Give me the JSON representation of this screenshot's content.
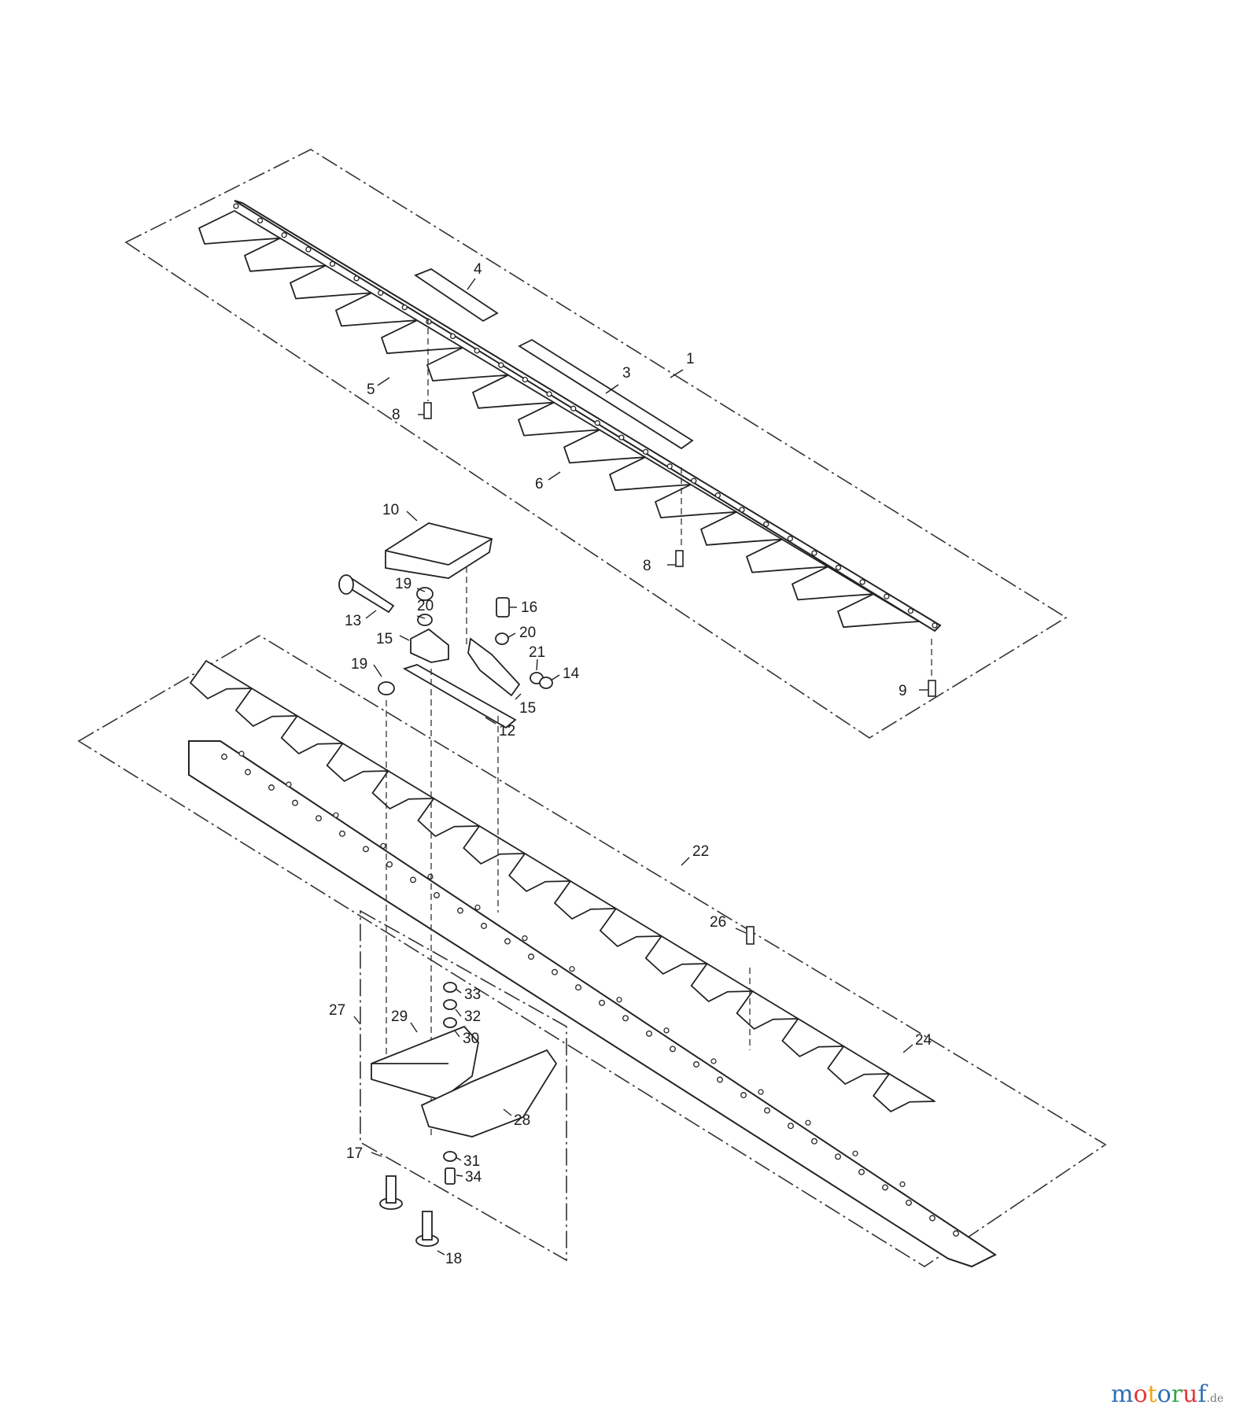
{
  "diagram": {
    "callouts": [
      {
        "id": "c1",
        "text": "1"
      },
      {
        "id": "c3",
        "text": "3"
      },
      {
        "id": "c4",
        "text": "4"
      },
      {
        "id": "c5",
        "text": "5"
      },
      {
        "id": "c6",
        "text": "6"
      },
      {
        "id": "c8a",
        "text": "8"
      },
      {
        "id": "c8b",
        "text": "8"
      },
      {
        "id": "c9",
        "text": "9"
      },
      {
        "id": "c10",
        "text": "10"
      },
      {
        "id": "c12",
        "text": "12"
      },
      {
        "id": "c13",
        "text": "13"
      },
      {
        "id": "c14",
        "text": "14"
      },
      {
        "id": "c15a",
        "text": "15"
      },
      {
        "id": "c15b",
        "text": "15"
      },
      {
        "id": "c16",
        "text": "16"
      },
      {
        "id": "c17",
        "text": "17"
      },
      {
        "id": "c18",
        "text": "18"
      },
      {
        "id": "c19a",
        "text": "19"
      },
      {
        "id": "c19b",
        "text": "19"
      },
      {
        "id": "c20a",
        "text": "20"
      },
      {
        "id": "c20b",
        "text": "20"
      },
      {
        "id": "c21",
        "text": "21"
      },
      {
        "id": "c22",
        "text": "22"
      },
      {
        "id": "c24",
        "text": "24"
      },
      {
        "id": "c26",
        "text": "26"
      },
      {
        "id": "c27",
        "text": "27"
      },
      {
        "id": "c28",
        "text": "28"
      },
      {
        "id": "c29",
        "text": "29"
      },
      {
        "id": "c30",
        "text": "30"
      },
      {
        "id": "c31",
        "text": "31"
      },
      {
        "id": "c32",
        "text": "32"
      },
      {
        "id": "c33",
        "text": "33"
      },
      {
        "id": "c34",
        "text": "34"
      }
    ]
  },
  "watermark": {
    "letters": [
      "m",
      "o",
      "t",
      "o",
      "r",
      "u",
      "f"
    ],
    "colors": [
      "#2f6fb5",
      "#e2393c",
      "#f2a31b",
      "#2f6fb5",
      "#3aa64a",
      "#e2393c",
      "#2f6fb5"
    ],
    "suffix": ".de",
    "suffix_color": "#7a7a7a"
  }
}
